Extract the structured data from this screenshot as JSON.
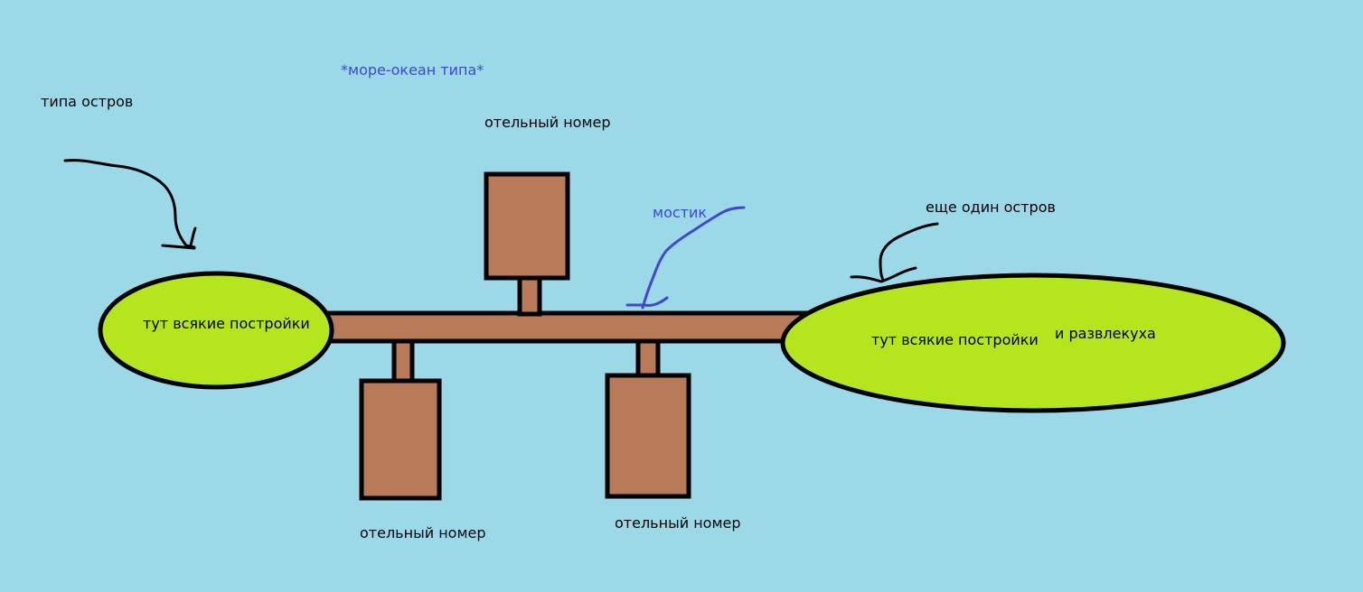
{
  "colors": {
    "sea": "#9bd9e9",
    "island": "#b5e61d",
    "wood": "#b97a57",
    "outline": "#000000",
    "annotation_blue": "#3f48cc"
  },
  "labels": {
    "sea_note": "*море-океан типа*",
    "left_island_note": "типа остров",
    "right_island_note": "еще один остров",
    "bridge_note": "мостик",
    "left_island_text": "тут всякие постройки",
    "right_island_text": "тут всякие постройки",
    "right_island_extra": "и развлекуха",
    "room_top": "отельный номер",
    "room_bottom_left": "отельный номер",
    "room_bottom_right": "отельный номер"
  }
}
